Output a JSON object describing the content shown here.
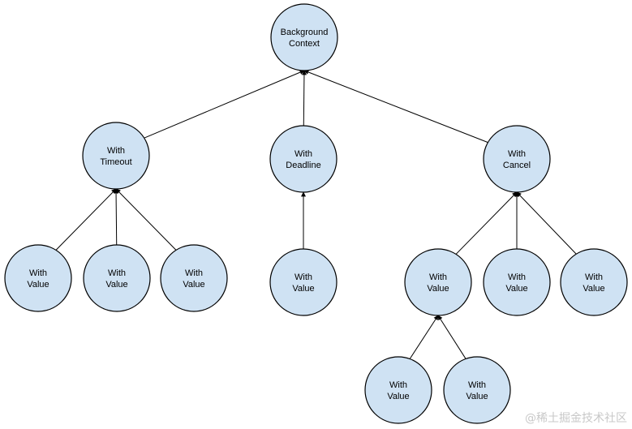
{
  "diagram": {
    "nodes": [
      {
        "id": "root",
        "lines": [
          "Background",
          "Context"
        ]
      },
      {
        "id": "timeout",
        "lines": [
          "With",
          "Timeout"
        ]
      },
      {
        "id": "deadline",
        "lines": [
          "With",
          "Deadline"
        ]
      },
      {
        "id": "cancel",
        "lines": [
          "With",
          "Cancel"
        ]
      },
      {
        "id": "tv1",
        "lines": [
          "With",
          "Value"
        ]
      },
      {
        "id": "tv2",
        "lines": [
          "With",
          "Value"
        ]
      },
      {
        "id": "tv3",
        "lines": [
          "With",
          "Value"
        ]
      },
      {
        "id": "dv1",
        "lines": [
          "With",
          "Value"
        ]
      },
      {
        "id": "cv1",
        "lines": [
          "With",
          "Value"
        ]
      },
      {
        "id": "cv2",
        "lines": [
          "With",
          "Value"
        ]
      },
      {
        "id": "cv3",
        "lines": [
          "With",
          "Value"
        ]
      },
      {
        "id": "gv1",
        "lines": [
          "With",
          "Value"
        ]
      },
      {
        "id": "gv2",
        "lines": [
          "With",
          "Value"
        ]
      }
    ],
    "edges": [
      {
        "from": "timeout",
        "to": "root"
      },
      {
        "from": "deadline",
        "to": "root"
      },
      {
        "from": "cancel",
        "to": "root"
      },
      {
        "from": "tv1",
        "to": "timeout"
      },
      {
        "from": "tv2",
        "to": "timeout"
      },
      {
        "from": "tv3",
        "to": "timeout"
      },
      {
        "from": "dv1",
        "to": "deadline"
      },
      {
        "from": "cv1",
        "to": "cancel"
      },
      {
        "from": "cv2",
        "to": "cancel"
      },
      {
        "from": "cv3",
        "to": "cancel"
      },
      {
        "from": "gv1",
        "to": "cv1"
      },
      {
        "from": "gv2",
        "to": "cv1"
      }
    ]
  },
  "watermark": "@稀土掘金技术社区"
}
